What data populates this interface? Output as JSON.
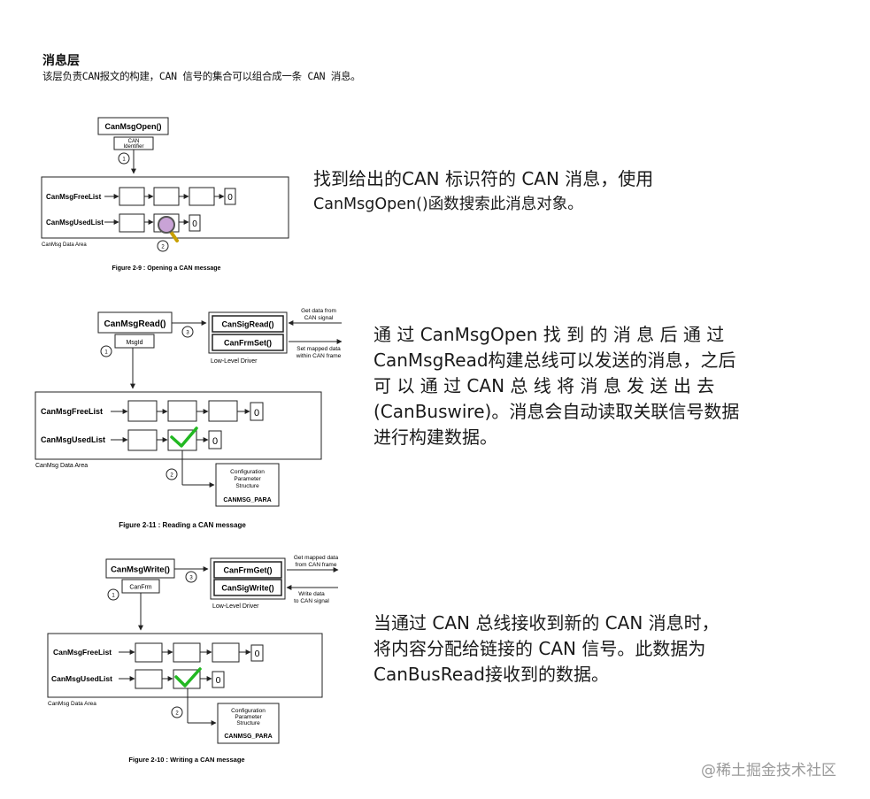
{
  "heading": "消息层",
  "intro": "该层负责CAN报文的构建，CAN 信号的集合可以组合成一条 CAN 消息。",
  "figure1": {
    "func": "CanMsgOpen()",
    "param_line1": "CAN",
    "param_line2": "Identifier",
    "step1": "1",
    "step2": "2",
    "free_list": "CanMsgFreeList",
    "used_list": "CanMsgUsedList",
    "terminator": "0",
    "area": "CanMsg Data Area",
    "caption": "Figure 2-9 : Opening a CAN message"
  },
  "figure2": {
    "func": "CanMsgRead()",
    "param": "MsgId",
    "step1": "1",
    "step2": "2",
    "step3": "3",
    "driver_fn1": "CanSigRead()",
    "driver_fn2": "CanFrmSet()",
    "driver_label": "Low-Level Driver",
    "note1_line1": "Get data from",
    "note1_line2": "CAN signal",
    "note2_line1": "Set mapped data",
    "note2_line2": "within CAN frame",
    "free_list": "CanMsgFreeList",
    "used_list": "CanMsgUsedList",
    "terminator": "0",
    "area": "CanMsg Data Area",
    "config_line1": "Configuration",
    "config_line2": "Parameter",
    "config_line3": "Structure",
    "config_name": "CANMSG_PARA",
    "caption": "Figure 2-11 : Reading a CAN message"
  },
  "figure3": {
    "func": "CanMsgWrite()",
    "param": "CanFrm",
    "step1": "1",
    "step2": "2",
    "step3": "3",
    "driver_fn1": "CanFrmGet()",
    "driver_fn2": "CanSigWrite()",
    "driver_label": "Low-Level Driver",
    "note1_line1": "Get mapped data",
    "note1_line2": "from CAN frame",
    "note2_line1": "Write data",
    "note2_line2": "to CAN signal",
    "free_list": "CanMsgFreeList",
    "used_list": "CanMsgUsedList",
    "terminator": "0",
    "area": "CanMsg Data Area",
    "config_line1": "Configuration",
    "config_line2": "Parameter",
    "config_line3": "Structure",
    "config_name": "CANMSG_PARA",
    "caption": "Figure 2-10 : Writing a CAN message"
  },
  "desc1": {
    "line1": "找到给出的CAN 标识符的 CAN 消息，使用",
    "line2": "CanMsgOpen()函数搜索此消息对象。"
  },
  "desc2": {
    "line1": "通 过 CanMsgOpen 找 到 的 消 息 后 通 过",
    "line2": "CanMsgRead构建总线可以发送的消息，之后",
    "line3": "可 以 通 过 CAN 总 线 将 消 息 发 送 出 去",
    "line4": "(CanBuswire)。消息会自动读取关联信号数据",
    "line5": "进行构建数据。"
  },
  "desc3": {
    "line1": "当通过 CAN 总线接收到新的 CAN 消息时，",
    "line2": "将内容分配给链接的  CAN  信号。此数据为",
    "line3": "CanBusRead接收到的数据。"
  },
  "watermark": "@稀土掘金技术社区",
  "colors": {
    "check": "#22b822",
    "magnifier_handle": "#c8a000",
    "magnifier_lens": "#c9a3d6"
  }
}
